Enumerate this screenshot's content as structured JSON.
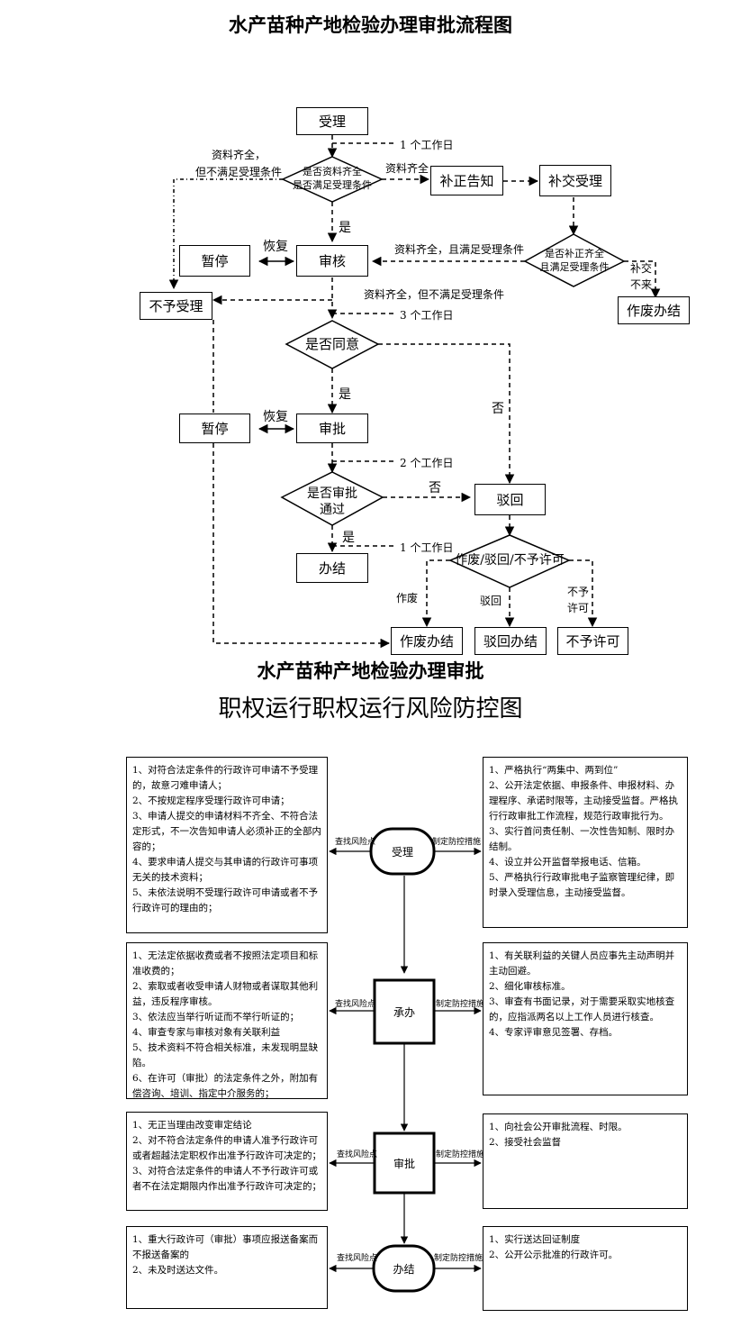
{
  "flow": {
    "title": "水产苗种产地检验办理审批流程图",
    "nodes": {
      "accept": "受理",
      "decision_complete": [
        "是否资料齐全",
        "是否满足受理条件"
      ],
      "notify": "补正告知",
      "resubmit": "补交受理",
      "decision_resubmit": [
        "是否补正齐全",
        "且满足受理条件"
      ],
      "void_done_1": "作废办结",
      "suspend_1": "暂停",
      "review": "审核",
      "reject_accept": "不予受理",
      "decision_agree": "是否同意",
      "suspend_2": "暂停",
      "approve": "审批",
      "decision_pass": [
        "是否审批",
        "通过"
      ],
      "return": "驳回",
      "finish": "办结",
      "decision_type": "作废/驳回/不予许可",
      "void_done_2": "作废办结",
      "return_done": "驳回办结",
      "not_permit": "不予许可"
    },
    "labels": {
      "day1_a": "1 个工作日",
      "complete_not_ok": [
        "资料齐全，",
        "但不满足受理条件"
      ],
      "complete": "资料齐全",
      "yes1": "是",
      "resume1": "恢复",
      "complete_ok": "资料齐全，且满足受理条件",
      "not_submit": [
        "补交",
        "不来"
      ],
      "complete_not_ok2": "资料齐全，但不满足受理条件",
      "day3": "3 个工作日",
      "yes2": "是",
      "no1": "否",
      "resume2": "恢复",
      "day2": "2 个工作日",
      "no2": "否",
      "yes3": "是",
      "day1_b": "1 个工作日",
      "void": "作废",
      "return": "驳回",
      "not_permit": [
        "不予",
        "许可"
      ]
    }
  },
  "risk": {
    "title_line1": "水产苗种产地检验办理审批",
    "title_line2": "职权运行职权运行风险防控图",
    "find_point": "查找风险点",
    "make_measure": "制定防控措施",
    "stages": [
      {
        "name": "受理",
        "risks": [
          "1、对符合法定条件的行政许可申请不予受理的，故意刁难申请人；",
          "2、不按规定程序受理行政许可申请；",
          "3、申请人提交的申请材料不齐全、不符合法定形式，不一次告知申请人必须补正的全部内容的；",
          "4、要求申请人提交与其申请的行政许可事项无关的技术资料；",
          "5、未依法说明不受理行政许可申请或者不予行政许可的理由的；"
        ],
        "measures": [
          "1、严格执行“两集中、两到位”",
          "2、公开法定依据、申报条件、申报材料、办理程序、承诺时限等，主动接受监督。严格执行行政审批工作流程，规范行政审批行为。",
          "3、实行首问责任制、一次性告知制、限时办结制。",
          "4、设立并公开监督举报电话、信箱。",
          "5、严格执行行政审批电子监察管理纪律，即时录入受理信息，主动接受监督。"
        ]
      },
      {
        "name": "承办",
        "risks": [
          "1、无法定依据收费或者不按照法定项目和标准收费的；",
          "2、索取或者收受申请人财物或者谋取其他利益，违反程序审核。",
          "3、依法应当举行听证而不举行听证的；",
          "4、审查专家与审核对象有关联利益",
          "5、技术资料不符合相关标准，未发现明显缺陷。",
          "6、在许可（审批）的法定条件之外，附加有偿咨询、培训、指定中介服务的；"
        ],
        "measures": [
          "1、有关联利益的关键人员应事先主动声明并主动回避。",
          "2、细化审核标准。",
          "3、审查有书面记录，对于需要采取实地核查的，应指派两名以上工作人员进行核查。",
          "4、专家评审意见签署、存档。"
        ]
      },
      {
        "name": "审批",
        "risks": [
          "1、无正当理由改变审定结论",
          "2、对不符合法定条件的申请人准予行政许可或者超越法定职权作出准予行政许可决定的；",
          "3、对符合法定条件的申请人不予行政许可或者不在法定期限内作出准予行政许可决定的；"
        ],
        "measures": [
          "1、向社会公开审批流程、时限。",
          "2、接受社会监督"
        ]
      },
      {
        "name": "办结",
        "risks": [
          "1、重大行政许可（审批）事项应报送备案而不报送备案的",
          "2、未及时送达文件。"
        ],
        "measures": [
          "1、实行送达回证制度",
          "2、公开公示批准的行政许可。"
        ]
      }
    ]
  }
}
